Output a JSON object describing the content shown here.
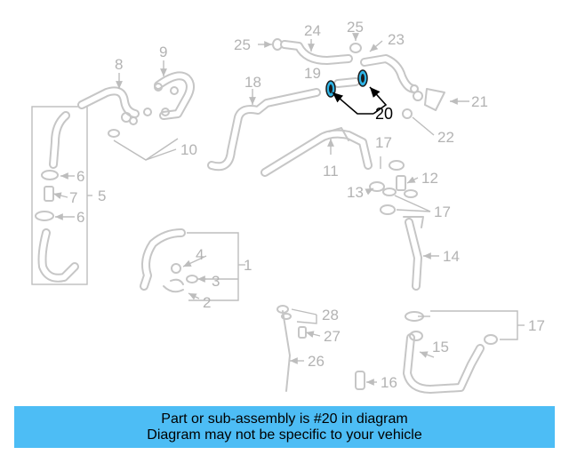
{
  "callouts": {
    "c1": "1",
    "c2": "2",
    "c3": "3",
    "c4": "4",
    "c5": "5",
    "c6a": "6",
    "c6b": "6",
    "c7": "7",
    "c8": "8",
    "c9": "9",
    "c10": "10",
    "c11": "11",
    "c12": "12",
    "c13": "13",
    "c14": "14",
    "c15": "15",
    "c16": "16",
    "c17a": "17",
    "c17b": "17",
    "c17c": "17",
    "c18": "18",
    "c19": "19",
    "c20": "20",
    "c21": "21",
    "c22": "22",
    "c23": "23",
    "c24": "24",
    "c25a": "25",
    "c25b": "25",
    "c26": "26",
    "c27": "27",
    "c28": "28"
  },
  "highlight": {
    "part_number": "20",
    "color": "#2fb4e6"
  },
  "banner": {
    "line1": "Part or sub-assembly is #20 in diagram",
    "line2": "Diagram may not be specific to your vehicle",
    "background": "#4dbdf5"
  }
}
